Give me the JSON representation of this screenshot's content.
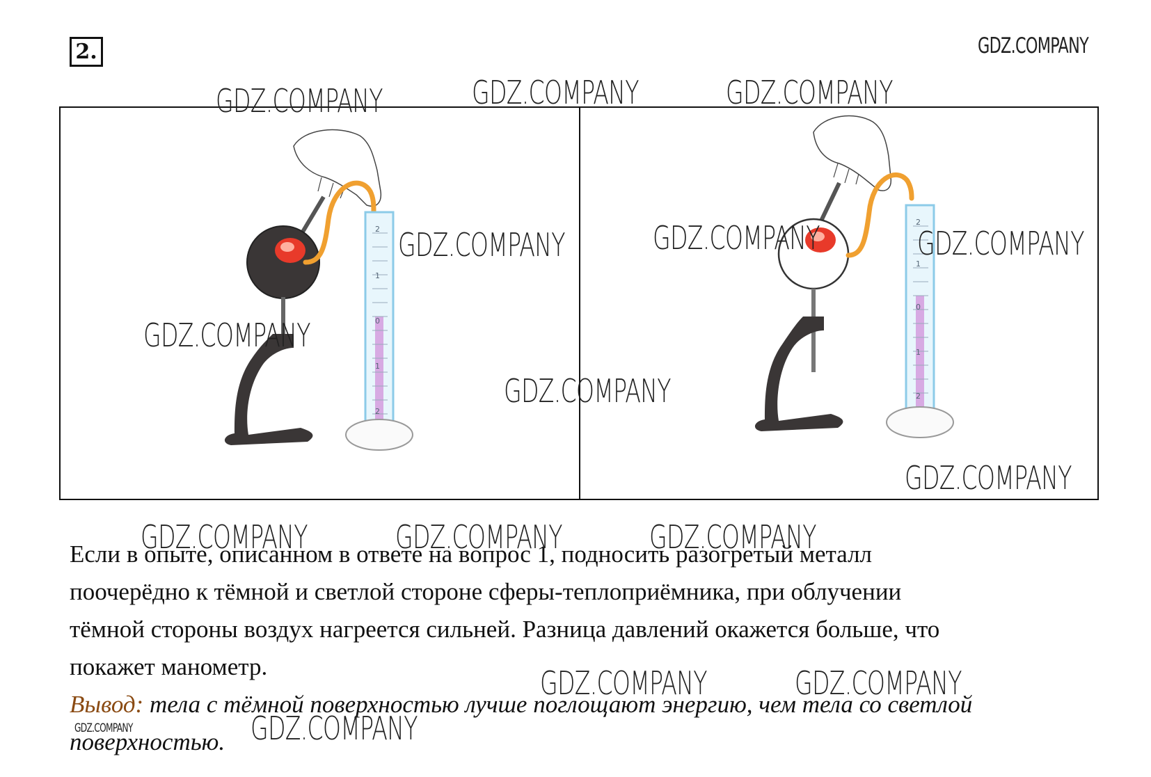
{
  "task_number": "2.",
  "watermark_text": "GDZ.COMPANY",
  "paragraph": "Если в опыте, описанном в ответе на вопрос 1, подносить разогретый металл поочерёдно к тёмной и светлой стороне сферы-теплоприёмника, при облучении тёмной стороны воздух нагреется сильней. Разница давлений окажется больше, что покажет манометр.",
  "paragraph_lines": [
    "Если в опыте, описанном в ответе на вопрос 1, подносить разогретый металл",
    "поочерёдно к тёмной и светлой стороне сферы-теплоприёмника, при облучении",
    "тёмной стороны воздух нагреется сильней. Разница давлений окажется больше, что",
    "покажет манометр."
  ],
  "conclusion": {
    "label": "Вывод:",
    "text_line1": " тела с тёмной поверхностью лучше поглощают энергию, чем тела со светлой",
    "text_line2": "поверхностью."
  },
  "figure": {
    "left_panel": {
      "sphere": "dark",
      "manometer_scale": [
        "2",
        "1",
        "0",
        "1",
        "2"
      ]
    },
    "right_panel": {
      "sphere": "light",
      "manometer_scale": [
        "2",
        "1",
        "0",
        "1",
        "2"
      ]
    }
  },
  "colors": {
    "text": "#111111",
    "conclusion_label": "#8a4a12",
    "hot_metal": "#e83a2a",
    "tube": "#f0a030",
    "liquid": "#d08ad8",
    "manometer": "#8ccbe8",
    "stand": "#3a3636"
  }
}
